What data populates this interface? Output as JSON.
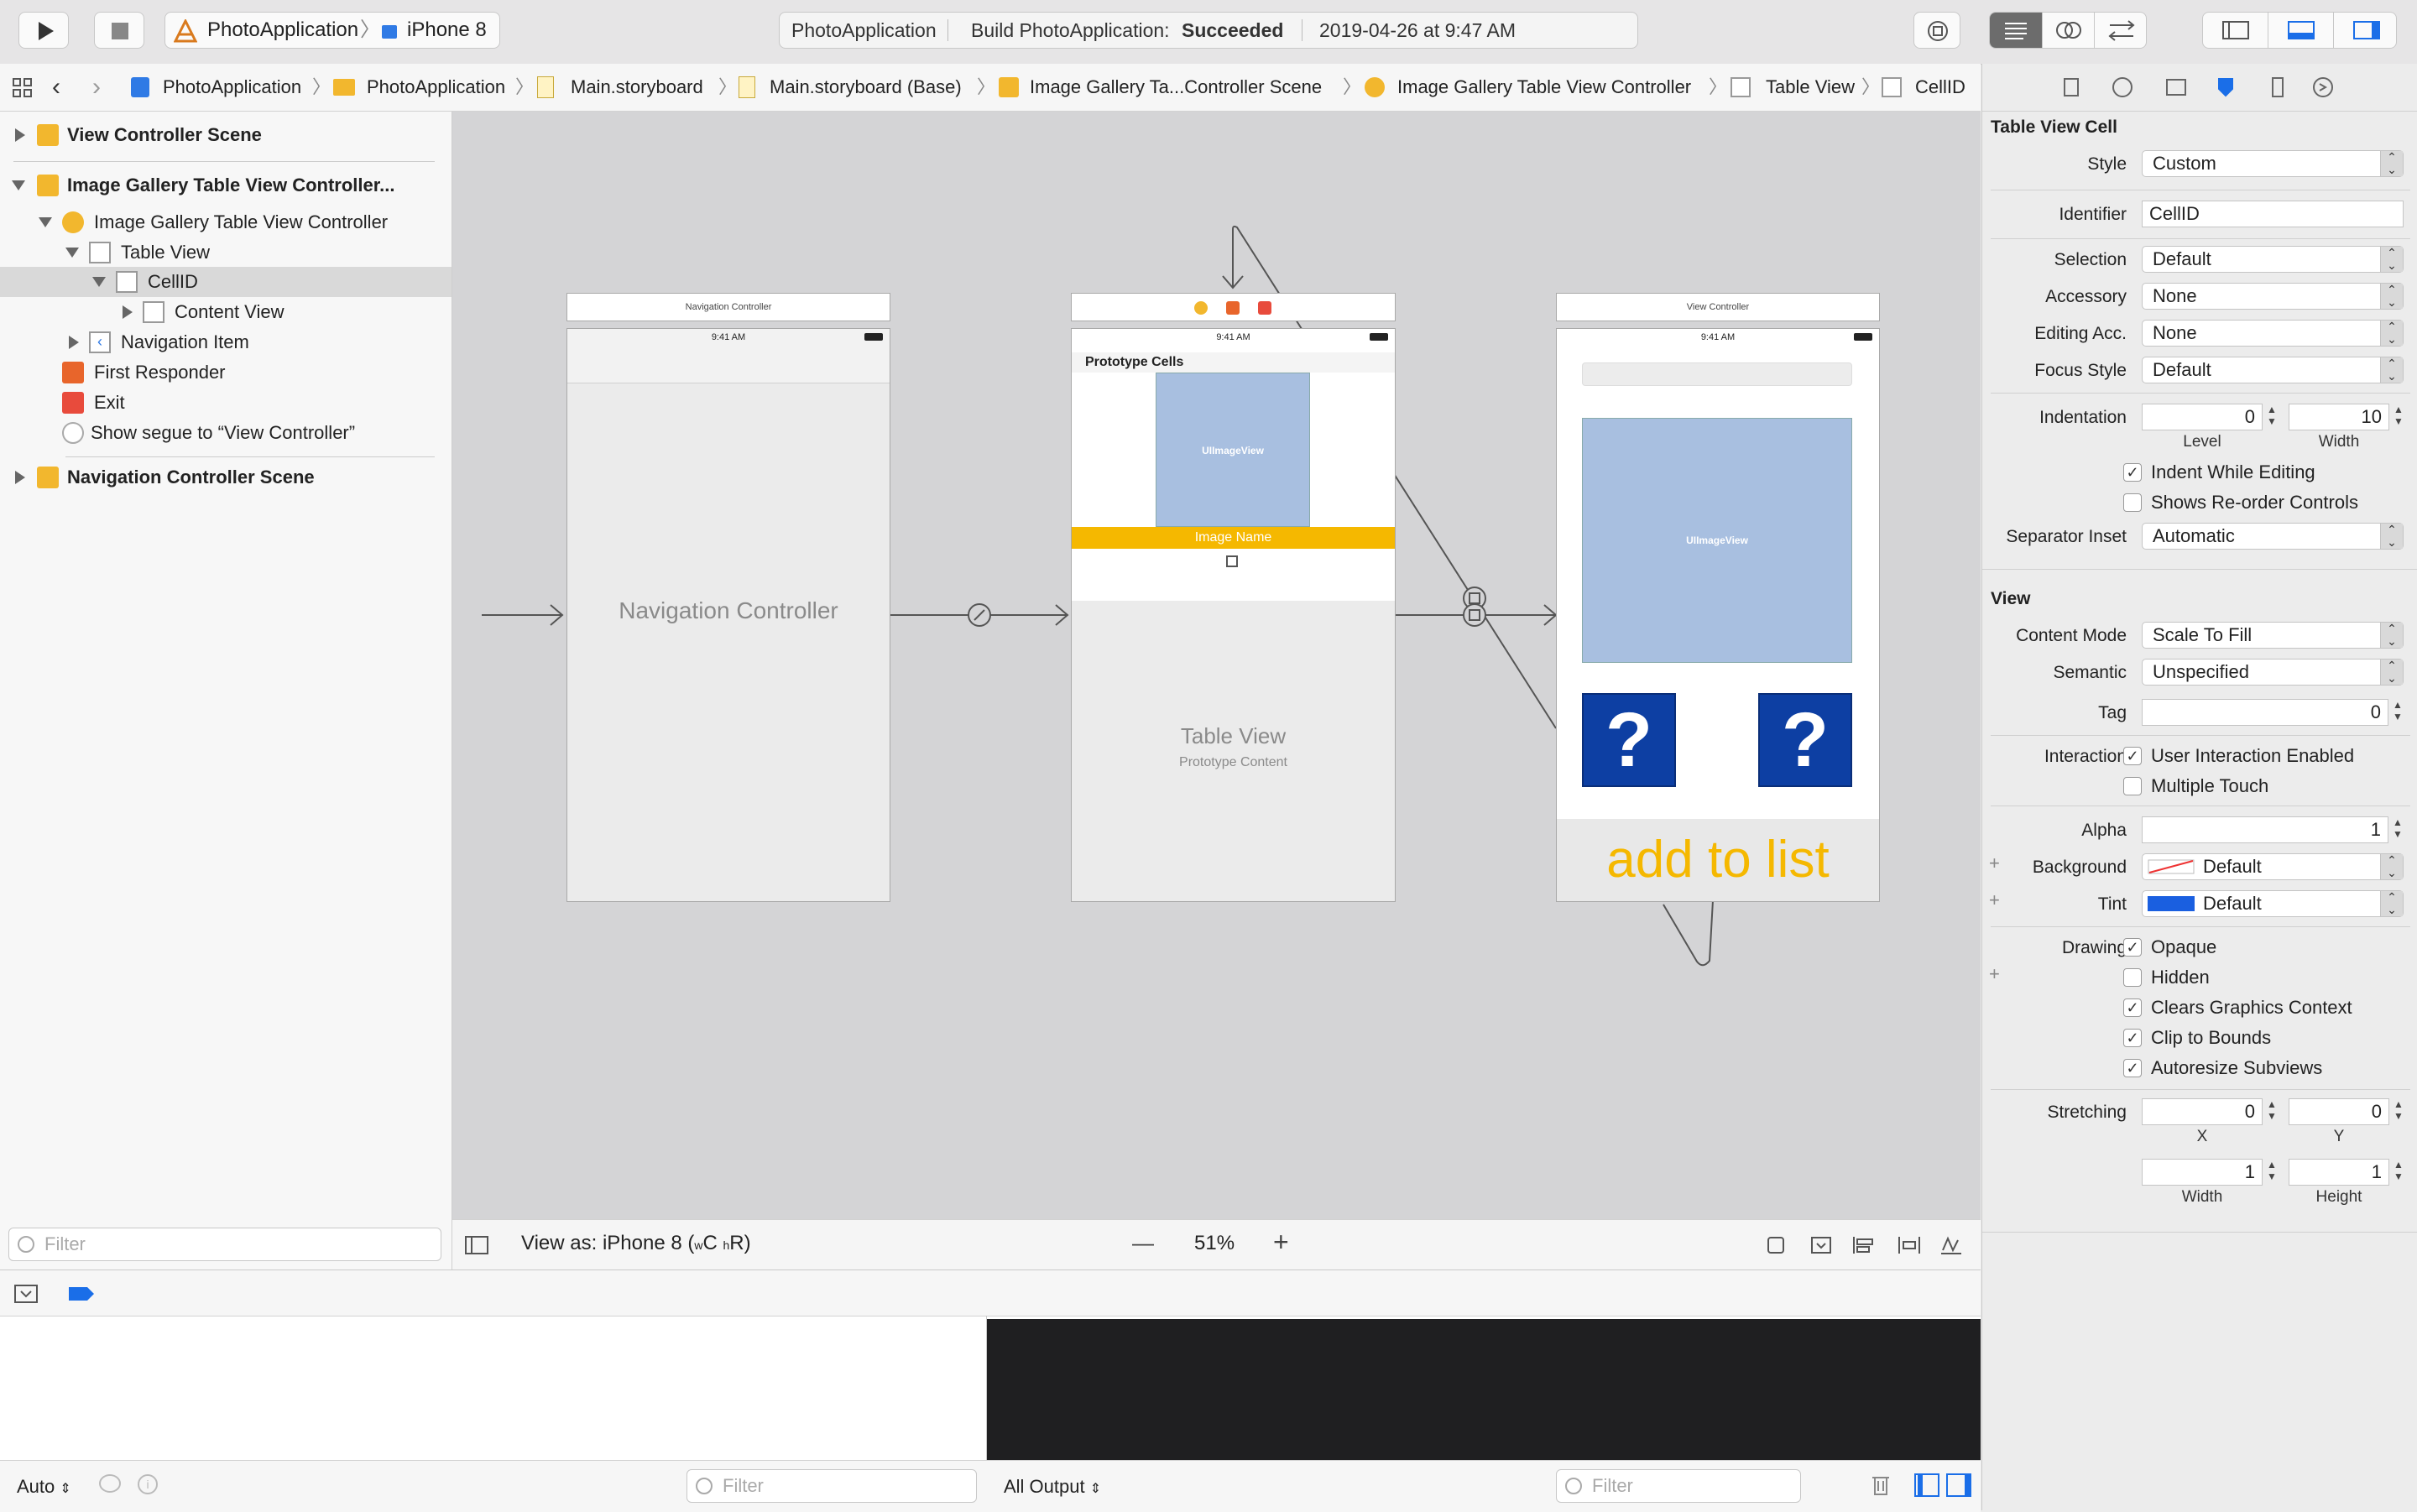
{
  "toolbar": {
    "scheme": "PhotoApplication",
    "device": "iPhone 8",
    "status_project": "PhotoApplication",
    "status_prefix": "Build PhotoApplication:",
    "status_result": "Succeeded",
    "status_time": "2019-04-26 at 9:47 AM"
  },
  "jumpbar": {
    "crumbs": [
      "PhotoApplication",
      "PhotoApplication",
      "Main.storyboard",
      "Main.storyboard (Base)",
      "Image Gallery Ta...Controller Scene",
      "Image Gallery Table View Controller",
      "Table View",
      "CellID"
    ]
  },
  "navigator": {
    "rows": [
      "View Controller Scene",
      "Image Gallery Table View Controller...",
      "Image Gallery Table View Controller",
      "Table View",
      "CellID",
      "Content View",
      "Navigation Item",
      "First Responder",
      "Exit",
      "Show segue to “View Controller”",
      "Navigation Controller Scene"
    ],
    "filter_placeholder": "Filter"
  },
  "canvas": {
    "nav_title": "Navigation Controller",
    "nav_time": "9:41 AM",
    "nav_label": "Navigation Controller",
    "tvc_time": "9:41 AM",
    "prototype_cells": "Prototype Cells",
    "tvc_imageview": "UIImageView",
    "image_name": "Image Name",
    "table_view": "Table View",
    "prototype_content": "Prototype Content",
    "vc_title": "View Controller",
    "vc_time": "9:41 AM",
    "vc_imageview": "UIImageView",
    "question": "?",
    "add_to_list": "add to list",
    "view_as_prefix": "View as: iPhone 8 (",
    "view_as_w": "w",
    "view_as_c": "C",
    "view_as_h": "h",
    "view_as_r": "R)",
    "zoom": "51%",
    "zoom_minus": "—",
    "zoom_plus": "+"
  },
  "inspector": {
    "cell_section": "Table View Cell",
    "style_label": "Style",
    "style_value": "Custom",
    "identifier_label": "Identifier",
    "identifier_value": "CellID",
    "selection_label": "Selection",
    "selection_value": "Default",
    "accessory_label": "Accessory",
    "accessory_value": "None",
    "editing_label": "Editing Acc.",
    "editing_value": "None",
    "focus_label": "Focus Style",
    "focus_value": "Default",
    "indentation_label": "Indentation",
    "indent_level": "0",
    "indent_width": "10",
    "level_label": "Level",
    "width_label": "Width",
    "indent_while_editing": "Indent While Editing",
    "shows_reorder": "Shows Re-order Controls",
    "separator_label": "Separator Inset",
    "separator_value": "Automatic",
    "view_section": "View",
    "content_mode_label": "Content Mode",
    "content_mode_value": "Scale To Fill",
    "semantic_label": "Semantic",
    "semantic_value": "Unspecified",
    "tag_label": "Tag",
    "tag_value": "0",
    "interaction_label": "Interaction",
    "user_interaction": "User Interaction Enabled",
    "multiple_touch": "Multiple Touch",
    "alpha_label": "Alpha",
    "alpha_value": "1",
    "background_label": "Background",
    "background_value": "Default",
    "tint_label": "Tint",
    "tint_value": "Default",
    "drawing_label": "Drawing",
    "opaque": "Opaque",
    "hidden": "Hidden",
    "clears_graphics": "Clears Graphics Context",
    "clip_bounds": "Clip to Bounds",
    "autoresize": "Autoresize Subviews",
    "stretching_label": "Stretching",
    "stretch_x": "0",
    "stretch_y": "0",
    "stretch_w": "1",
    "stretch_h": "1",
    "x_label": "X",
    "y_label": "Y",
    "w_label": "Width",
    "h_label": "Height",
    "tint_color": "#1a5fe0",
    "accent_color": "#f5b800"
  },
  "debug": {
    "auto": "Auto",
    "filter_left": "Filter",
    "all_output": "All Output",
    "filter_right": "Filter"
  }
}
